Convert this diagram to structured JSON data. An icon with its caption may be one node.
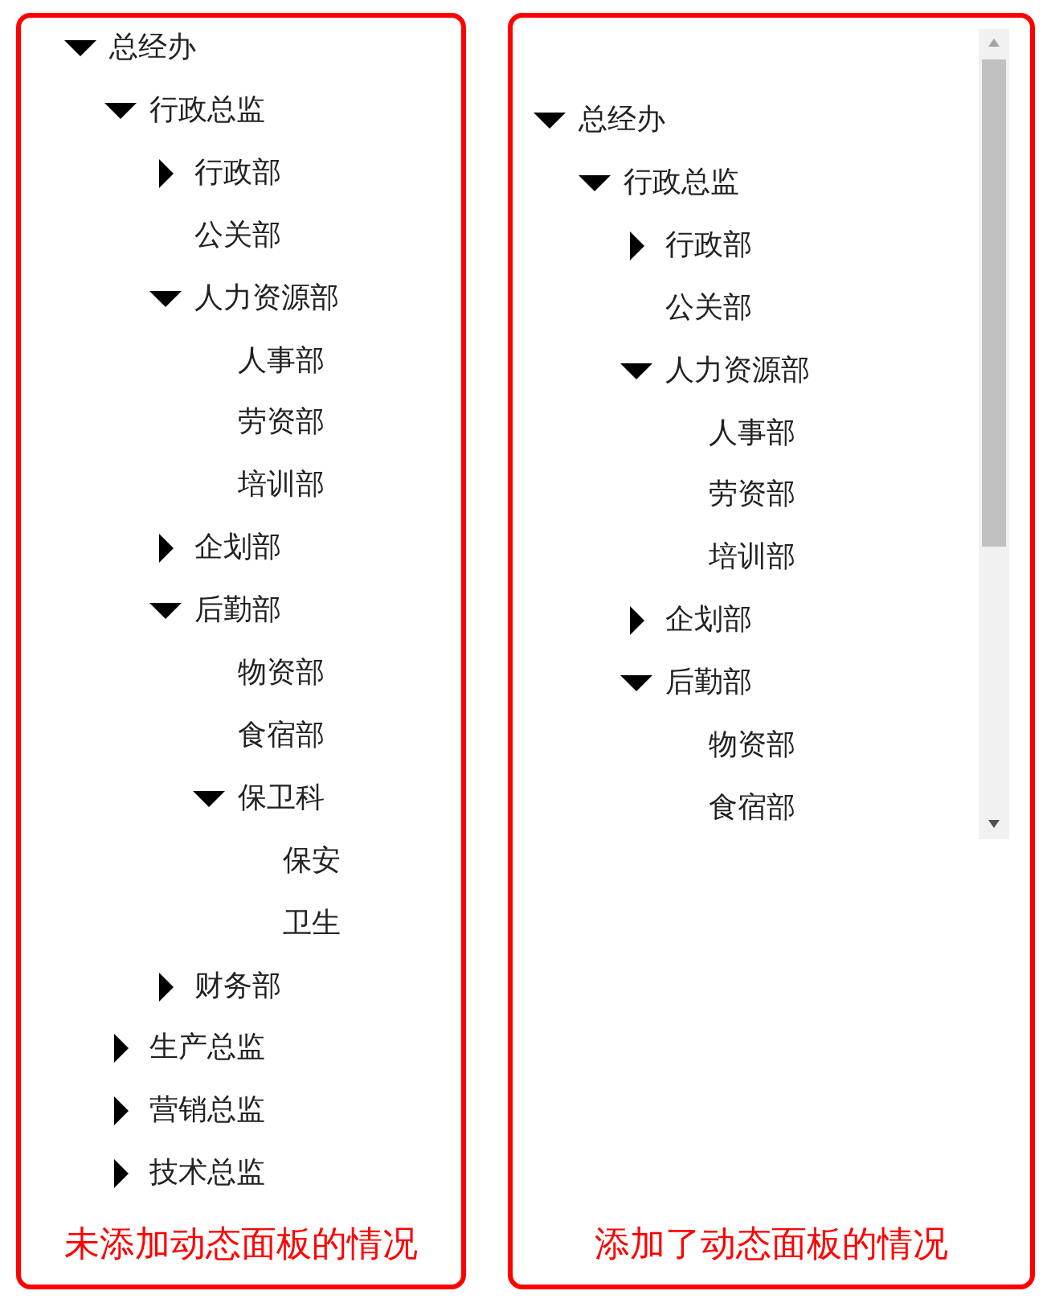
{
  "diagram": {
    "nodes": [
      {
        "text": [
          "未添加动态面板的情况"
        ]
      },
      {
        "text": [
          "添加了动态面板的情况"
        ]
      }
    ],
    "labels": [
      "总经办",
      "行政总监",
      "行政部",
      "公关部",
      "人力资源部",
      "人事部",
      "劳资部",
      "培训部",
      "企划部",
      "后勤部",
      "物资部",
      "食宿部",
      "保卫科",
      "保安",
      "卫生",
      "财务部",
      "生产总监",
      "营销总监",
      "技术总监",
      "总经办",
      "行政总监",
      "行政部",
      "公关部",
      "人力资源部",
      "人事部",
      "劳资部",
      "培训部",
      "企划部",
      "后勤部",
      "物资部",
      "食宿部"
    ]
  }
}
